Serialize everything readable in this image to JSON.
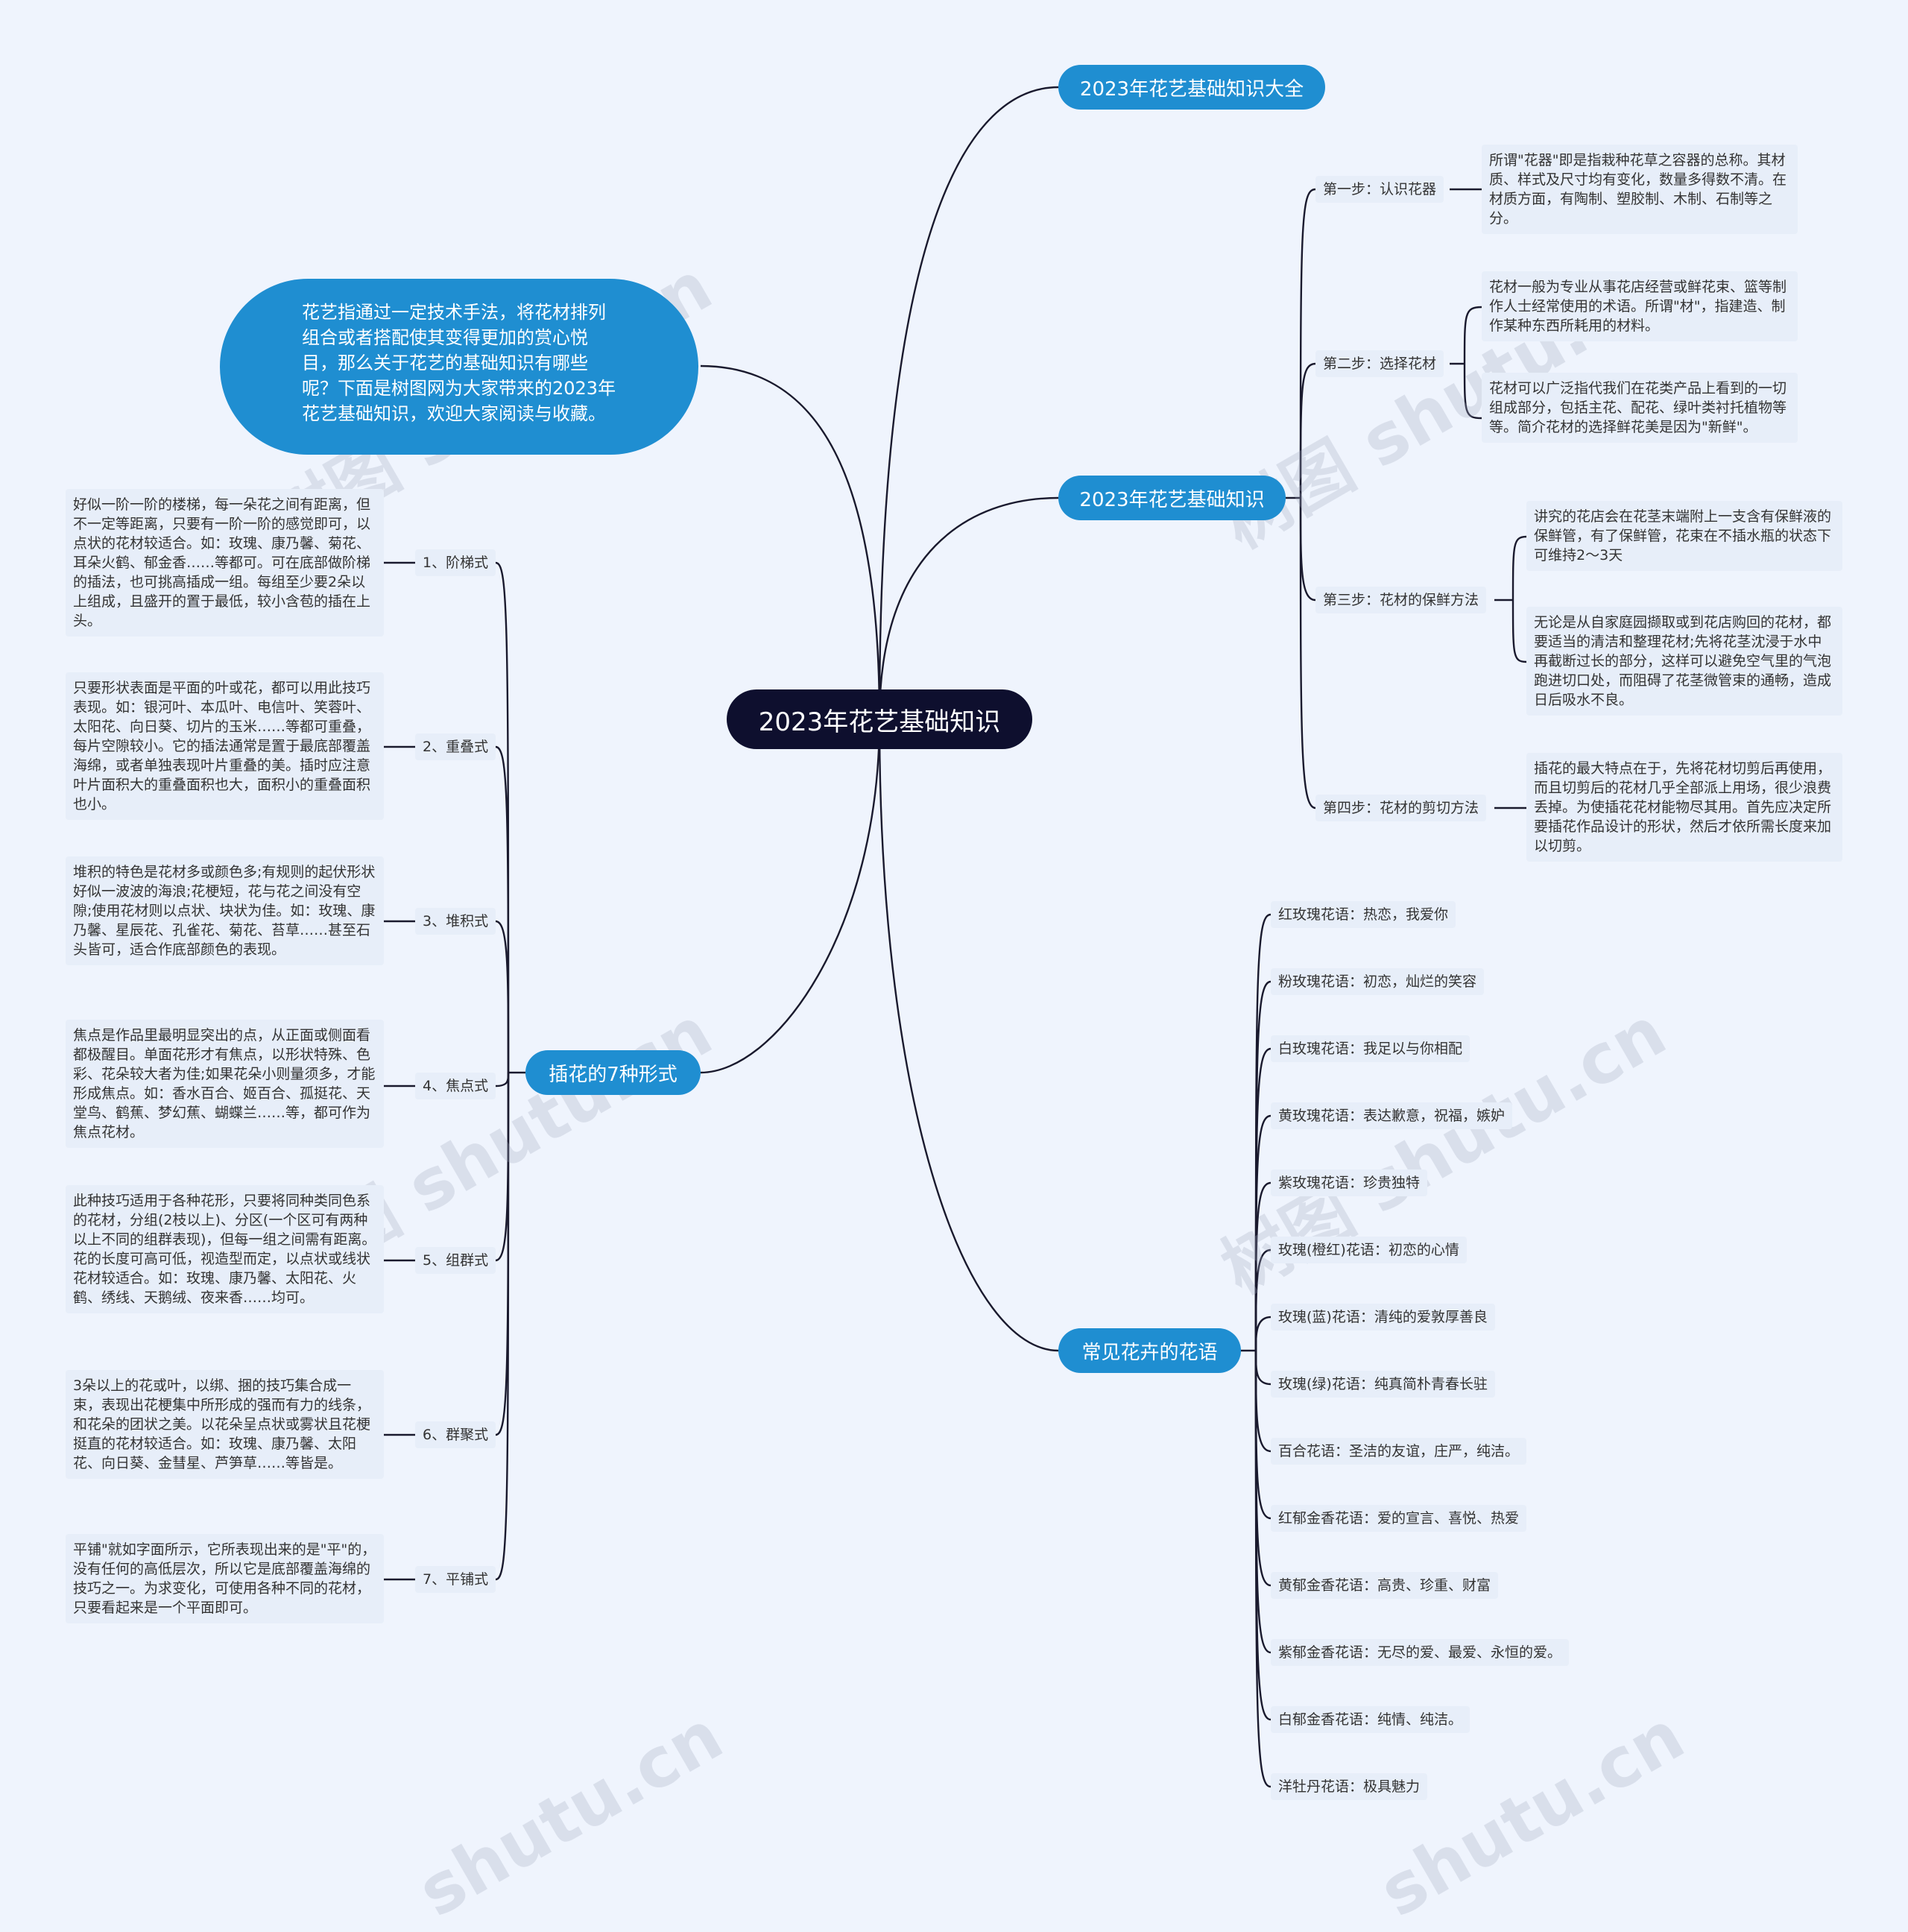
{
  "root": "2023年花艺基础知识",
  "intro": "花艺指通过一定技术手法，将花材排列组合或者搭配使其变得更加的赏心悦目，那么关于花艺的基础知识有哪些呢？下面是树图网为大家带来的2023年花艺基础知识，欢迎大家阅读与收藏。",
  "branches": {
    "daquan": "2023年花艺基础知识大全",
    "jichu": "2023年花艺基础知识",
    "huayu": "常见花卉的花语",
    "xingshi": "插花的7种形式"
  },
  "steps": [
    {
      "label": "第一步：认识花器",
      "details": [
        "所谓\"花器\"即是指栽种花草之容器的总称。其材质、样式及尺寸均有变化，数量多得数不清。在材质方面，有陶制、塑胶制、木制、石制等之分。"
      ]
    },
    {
      "label": "第二步：选择花材",
      "details": [
        "花材一般为专业从事花店经营或鲜花束、篮等制作人士经常使用的术语。所谓\"材\"，指建造、制作某种东西所耗用的材料。",
        "花材可以广泛指代我们在花类产品上看到的一切组成部分，包括主花、配花、绿叶类衬托植物等等。简介花材的选择鲜花美是因为\"新鲜\"。"
      ]
    },
    {
      "label": "第三步：花材的保鲜方法",
      "details": [
        "讲究的花店会在花茎末端附上一支含有保鲜液的保鲜管，有了保鲜管，花束在不插水瓶的状态下可维持2～3天",
        "无论是从自家庭园撷取或到花店购回的花材，都要适当的清洁和整理花材;先将花茎沈浸于水中再截断过长的部分，这样可以避免空气里的气泡跑进切口处，而阻碍了花茎微管束的通畅，造成日后吸水不良。"
      ]
    },
    {
      "label": "第四步：花材的剪切方法",
      "details": [
        "插花的最大特点在于，先将花材切剪后再使用，而且切剪后的花材几乎全部派上用场，很少浪费丢掉。为使插花花材能物尽其用。首先应决定所要插花作品设计的形状，然后才依所需长度来加以切剪。"
      ]
    }
  ],
  "flowers": [
    "红玫瑰花语：热恋，我爱你",
    "粉玫瑰花语：初恋，灿烂的笑容",
    "白玫瑰花语：我足以与你相配",
    "黄玫瑰花语：表达歉意，祝福，嫉妒",
    "紫玫瑰花语：珍贵独特",
    "玫瑰(橙红)花语：初恋的心情",
    "玫瑰(蓝)花语：清纯的爱敦厚善良",
    "玫瑰(绿)花语：纯真简朴青春长驻",
    "百合花语：圣洁的友谊，庄严，纯洁。",
    "红郁金香花语：爱的宣言、喜悦、热爱",
    "黄郁金香花语：高贵、珍重、财富",
    "紫郁金香花语：无尽的爱、最爱、永恒的爱。",
    "白郁金香花语：纯情、纯洁。",
    "洋牡丹花语：极具魅力"
  ],
  "forms": [
    {
      "label": "1、阶梯式",
      "detail": "好似一阶一阶的楼梯，每一朵花之间有距离，但不一定等距离，只要有一阶一阶的感觉即可，以点状的花材较适合。如：玫瑰、康乃馨、菊花、耳朵火鹤、郁金香……等都可。可在底部做阶梯的插法，也可挑高插成一组。每组至少要2朵以上组成，且盛开的置于最低，较小含苞的插在上头。"
    },
    {
      "label": "2、重叠式",
      "detail": "只要形状表面是平面的叶或花，都可以用此技巧表现。如：银河叶、本瓜叶、电信叶、笑蓉叶、太阳花、向日葵、切片的玉米……等都可重叠，每片空隙较小。它的插法通常是置于最底部覆盖海绵，或者单独表现叶片重叠的美。插时应注意叶片面积大的重叠面积也大，面积小的重叠面积也小。"
    },
    {
      "label": "3、堆积式",
      "detail": "堆积的特色是花材多或颜色多;有规则的起伏形状好似一波波的海浪;花梗短，花与花之间没有空隙;使用花材则以点状、块状为佳。如：玫瑰、康乃馨、星辰花、孔雀花、菊花、苔草……甚至石头皆可，适合作底部颜色的表现。"
    },
    {
      "label": "4、焦点式",
      "detail": "焦点是作品里最明显突出的点，从正面或侧面看都极醒目。单面花形才有焦点，以形状特殊、色彩、花朵较大者为佳;如果花朵小则量须多，才能形成焦点。如：香水百合、姬百合、孤挺花、天堂鸟、鹤蕉、梦幻蕉、蝴蝶兰……等，都可作为焦点花材。"
    },
    {
      "label": "5、组群式",
      "detail": "此种技巧适用于各种花形，只要将同种类同色系的花材，分组(2枝以上)、分区(一个区可有两种以上不同的组群表现)，但每一组之间需有距离。花的长度可高可低，视造型而定，以点状或线状花材较适合。如：玫瑰、康乃馨、太阳花、火鹤、绣线、天鹅绒、夜来香……均可。"
    },
    {
      "label": "6、群聚式",
      "detail": "3朵以上的花或叶，以绑、捆的技巧集合成一束，表现出花梗集中所形成的强而有力的线条，和花朵的团状之美。以花朵呈点状或雾状且花梗挺直的花材较适合。如：玫瑰、康乃馨、太阳花、向日葵、金彗星、芦笋草……等皆是。"
    },
    {
      "label": "7、平铺式",
      "detail": "平铺\"就如字面所示，它所表现出来的是\"平\"的，没有任何的高低层次，所以它是底部覆盖海绵的技巧之一。为求变化，可使用各种不同的花材，只要看起来是一个平面即可。"
    }
  ],
  "watermark": [
    "树图 shutu.cn",
    "树图 shutu.cn",
    "树图 shutu.cn",
    "树图 shutu.cn",
    "shutu.cn",
    "shutu.cn"
  ]
}
